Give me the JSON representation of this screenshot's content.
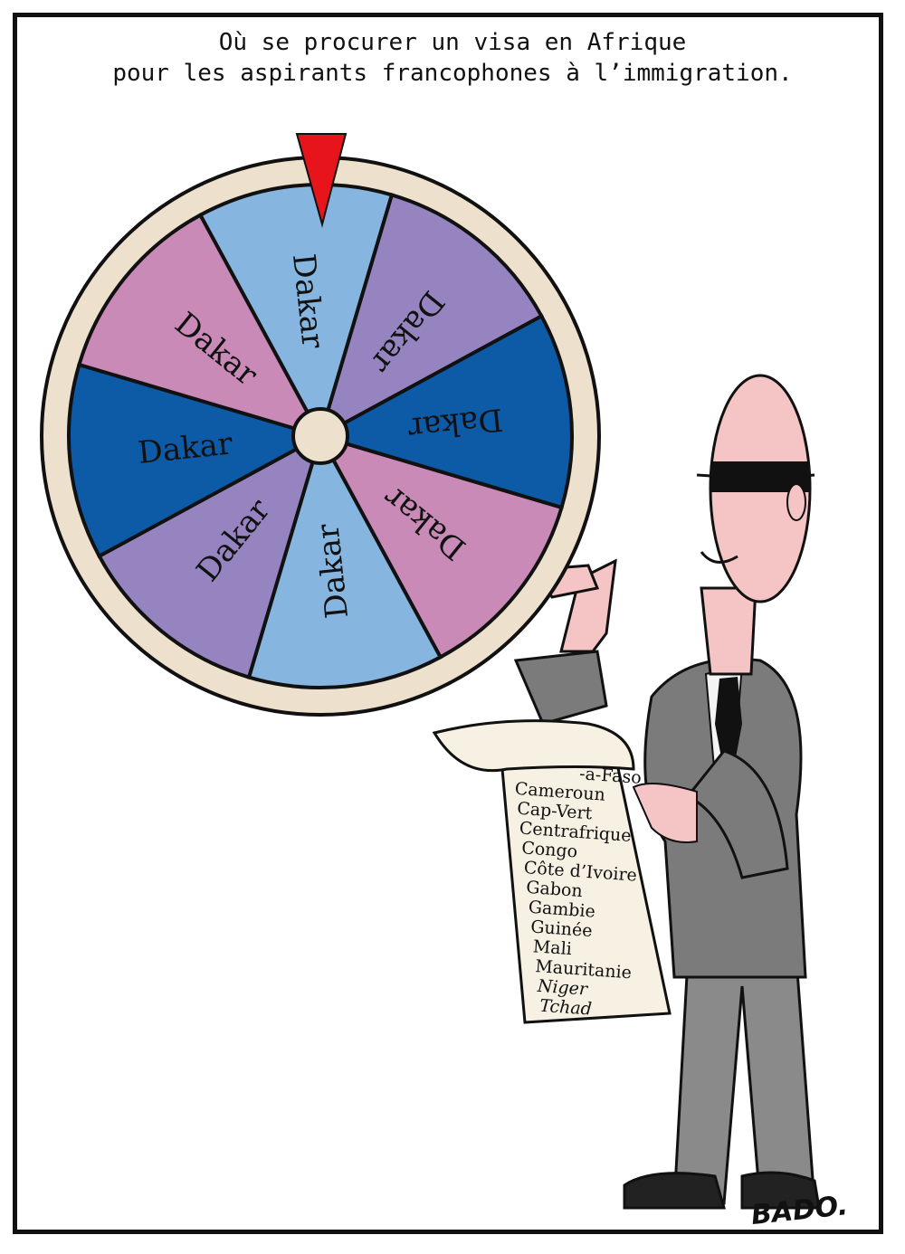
{
  "title": {
    "line1": "Où se procurer un visa en Afrique",
    "line2": "pour les aspirants francophones à l’immigration."
  },
  "wheel": {
    "segments": [
      {
        "label": "Dakar",
        "color": "#86b6e0"
      },
      {
        "label": "Dakar",
        "color": "#9684c0"
      },
      {
        "label": "Dakar",
        "color": "#0d5aa7"
      },
      {
        "label": "Dakar",
        "color": "#c98ab8"
      },
      {
        "label": "Dakar",
        "color": "#86b6e0"
      },
      {
        "label": "Dakar",
        "color": "#9684c0"
      },
      {
        "label": "Dakar",
        "color": "#0d5aa7"
      },
      {
        "label": "Dakar",
        "color": "#c98ab8"
      }
    ],
    "rim_color": "#ede0cc",
    "pointer_color": "#e8141c"
  },
  "scroll_list": [
    "-a-Faso",
    "Cameroun",
    "Cap-Vert",
    "Centrafrique",
    "Congo",
    "Côte d’Ivoire",
    "Gabon",
    "Gambie",
    "Guinée",
    "Mali",
    "Mauritanie",
    "Niger",
    "Tchad"
  ],
  "signature": "BADO."
}
